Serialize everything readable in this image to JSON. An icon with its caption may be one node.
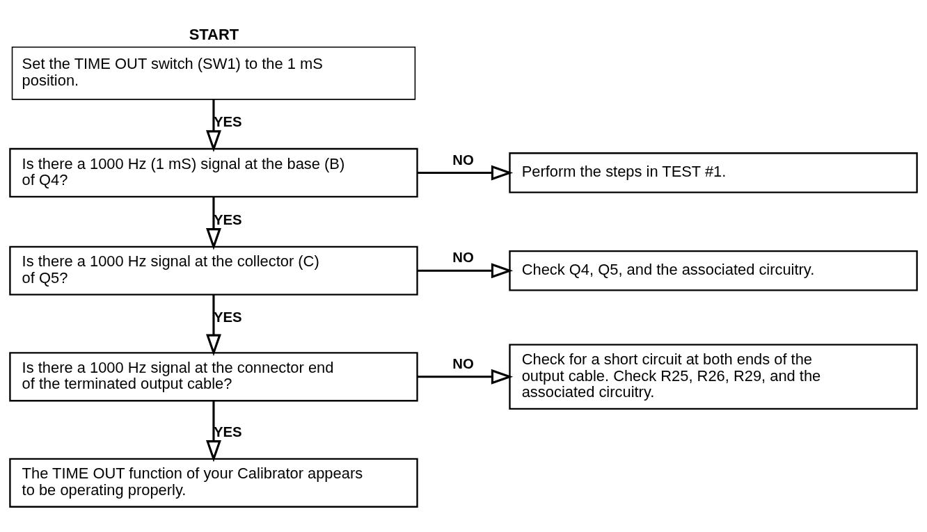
{
  "diagram": {
    "nodes": [
      {
        "text": [
          "START",
          "Set the TIME OUT switch (SW1) to the 1 mS position."
        ]
      },
      {
        "text": [
          "Is there a 1000 Hz (1 mS) signal at the base (B) of Q4?"
        ]
      },
      {
        "text": [
          "Perform the steps in TEST #1."
        ]
      },
      {
        "text": [
          "Is there a 1000 Hz signal at the collector (C) of Q5?"
        ]
      },
      {
        "text": [
          "Check Q4, Q5, and the associated circuitry."
        ]
      },
      {
        "text": [
          "Is there a 1000 Hz signal at the connector end of the terminated output cable?"
        ]
      },
      {
        "text": [
          "Check for a short circuit at both ends of the output cable. Check R25, R26, R29, and the associated circuitry."
        ]
      },
      {
        "text": [
          "The TIME OUT function of your Calibrator appears to be operating properly."
        ]
      }
    ],
    "edges": [
      {
        "from": 0,
        "to": 1,
        "arrow": "to",
        "label": "YES"
      },
      {
        "from": 1,
        "to": 2,
        "arrow": "to",
        "label": "NO"
      },
      {
        "from": 1,
        "to": 3,
        "arrow": "to",
        "label": "YES"
      },
      {
        "from": 3,
        "to": 4,
        "arrow": "to",
        "label": "NO"
      },
      {
        "from": 3,
        "to": 5,
        "arrow": "to",
        "label": "YES"
      },
      {
        "from": 5,
        "to": 6,
        "arrow": "to",
        "label": "NO"
      },
      {
        "from": 5,
        "to": 7,
        "arrow": "to",
        "label": "YES"
      }
    ]
  }
}
